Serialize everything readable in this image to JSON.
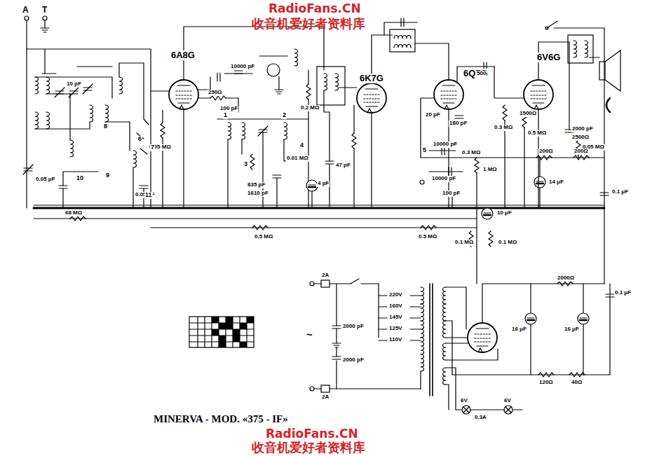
{
  "diagram": {
    "caption": "MINERVA - MOD. «375 - IF»",
    "labels": [
      "RadioFans.CN",
      "收音机爱好者资料库",
      "A",
      "T",
      "6A8G",
      "6K7G",
      "6Q7G",
      "6V6G",
      "10000 pF",
      "100 pF",
      "250Ω",
      "0.05 MΩ",
      "0.2 MΩ",
      "0.01 MΩ",
      "20 pF",
      "500",
      "1500Ω",
      "180 pF",
      "0.3 MΩ",
      "0.5 MΩ",
      "2000 pF",
      "2500Ω",
      "0.05 MΩ",
      "10000 pF",
      "0.3 MΩ",
      "10000 pF",
      "100 pF",
      "1 MΩ",
      "200Ω",
      "200Ω",
      "14 μF",
      "10 μF",
      "0.1 MΩ",
      "0.1 MΩ",
      "68 MΩ",
      "0.5 MΩ",
      "0.5 MΩ",
      "0.05 μF",
      "0.05 μF",
      "47 pF",
      "4 pF",
      "835 pF",
      "1610 pF",
      "10 pF",
      "0.1 μF",
      "1",
      "2",
      "3",
      "4",
      "5",
      "6",
      "7",
      "8",
      "9",
      "10",
      "11",
      "2A",
      "2A",
      "2000 pF",
      "2000 pF",
      "~",
      "220V",
      "160V",
      "145V",
      "125V",
      "110V",
      "16 μF",
      "16 μF",
      "120Ω",
      "40Ω",
      "2000Ω",
      "0.1 μF",
      "6V",
      "0.3A",
      "6V",
      "RadioFans.CN",
      "收音机爱好者资料库"
    ]
  }
}
